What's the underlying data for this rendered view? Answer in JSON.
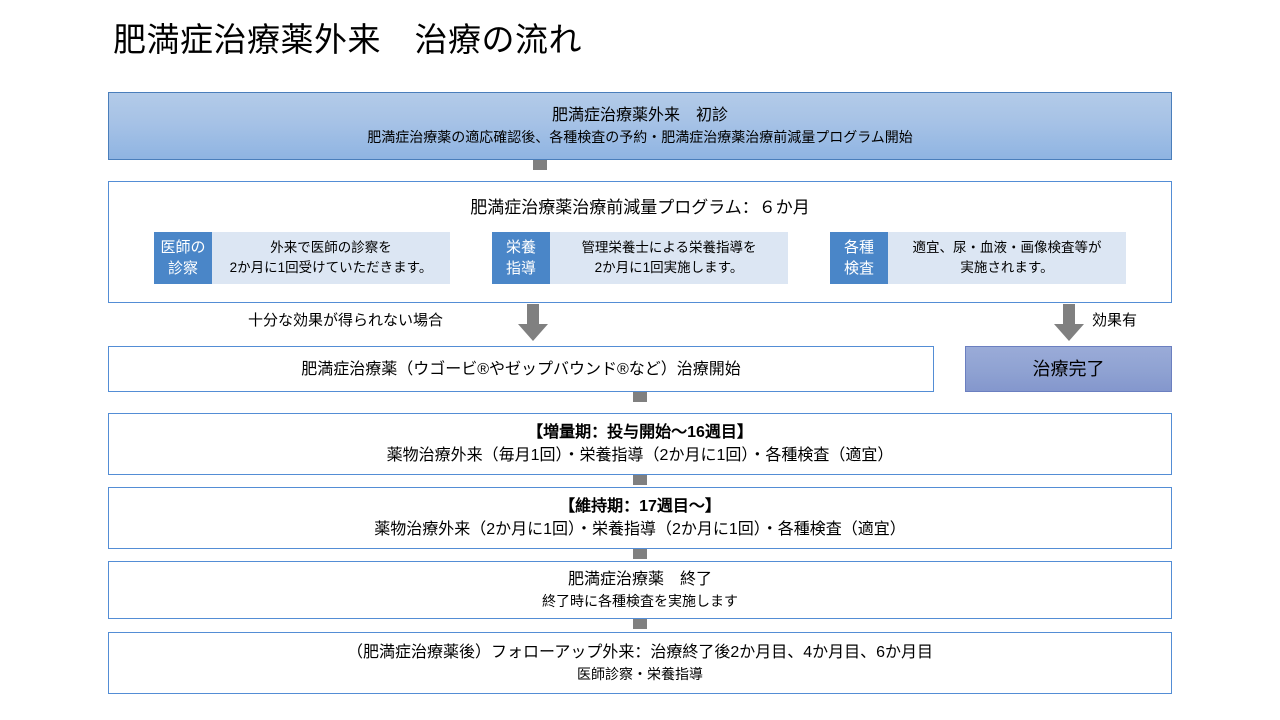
{
  "page": {
    "title": "肥満症治療薬外来　治療の流れ"
  },
  "flow": {
    "initial_visit": {
      "name": "initial-visit",
      "line1": "肥満症治療薬外来　初診",
      "line2": "肥満症治療薬の適応確認後、各種検査の予約・肥満症治療薬治療前減量プログラム開始"
    },
    "program": {
      "name": "pre-treatment-weight-loss-program",
      "title": "肥満症治療薬治療前減量プログラム：６か月",
      "items": [
        {
          "key": "doctor-visit",
          "label_line1": "医師の",
          "label_line2": "診察",
          "body_line1": "外来で医師の診察を",
          "body_line2": "2か月に1回受けていただきます。"
        },
        {
          "key": "nutrition-guidance",
          "label_line1": "栄養",
          "label_line2": "指導",
          "body_line1": "管理栄養士による栄養指導を",
          "body_line2": "2か月に1回実施します。"
        },
        {
          "key": "various-tests",
          "label_line1": "各種",
          "label_line2": "検査",
          "body_line1": "適宜、尿・血液・画像検査等が",
          "body_line2": "実施されます。"
        }
      ]
    },
    "branch_left_label": "十分な効果が得られない場合",
    "branch_right_label": "効果有",
    "treatment_complete": {
      "name": "treatment-complete",
      "line1": "治療完了"
    },
    "treatment_start": {
      "name": "treatment-start",
      "line1": "肥満症治療薬（ウゴービ®やゼップバウンド®など）治療開始"
    },
    "escalation_phase": {
      "name": "escalation-phase",
      "line1": "【増量期：投与開始〜16週目】",
      "line2": "薬物治療外来（毎月1回）・栄養指導（2か月に1回）・各種検査（適宜）"
    },
    "maintenance_phase": {
      "name": "maintenance-phase",
      "line1": "【維持期：17週目〜】",
      "line2": "薬物治療外来（2か月に1回）・栄養指導（2か月に1回）・各種検査（適宜）"
    },
    "treatment_end": {
      "name": "treatment-end",
      "line1": "肥満症治療薬　終了",
      "line2": "終了時に各種検査を実施します"
    },
    "follow_up": {
      "name": "follow-up",
      "line1": "（肥満症治療薬後）フォローアップ外来：治療終了後2か月目、4か月目、6か月目",
      "line2": "医師診察・栄養指導"
    }
  },
  "colors": {
    "box_border": "#538dd5",
    "hero_fill_top": "#b3cbe8",
    "hero_fill_bottom": "#8fb4e2",
    "chip_label_fill": "#4a86c8",
    "chip_body_fill": "#dce6f3",
    "done_fill": "#8fa2d2",
    "arrow_gray": "#808080"
  }
}
